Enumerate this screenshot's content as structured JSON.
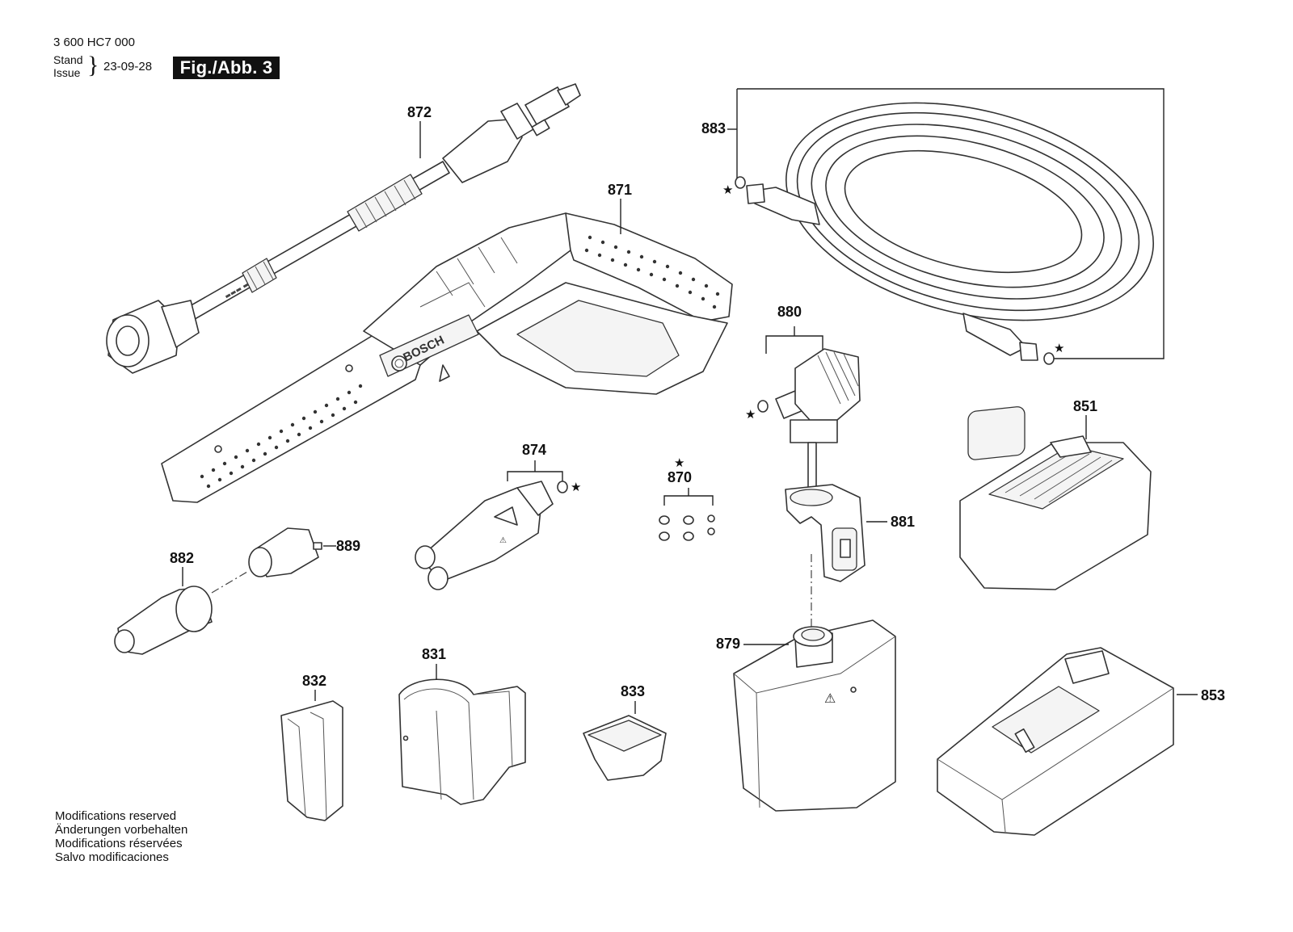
{
  "header": {
    "doc_number": "3 600 HC7 000",
    "stand_label": "Stand",
    "issue_label": "Issue",
    "brace": "}",
    "date": "23-09-28",
    "figure_badge": "Fig./Abb. 3"
  },
  "brand_text": "BOSCH",
  "parts": {
    "p872": "872",
    "p871": "871",
    "p883": "883",
    "p880": "880",
    "p851": "851",
    "p874": "874",
    "p870": "870",
    "p881": "881",
    "p882": "882",
    "p889": "889",
    "p879": "879",
    "p853": "853",
    "p831": "831",
    "p832": "832",
    "p833": "833"
  },
  "star_symbol": "★",
  "notes": [
    "Modifications reserved",
    "Änderungen vorbehalten",
    "Modifications réservées",
    "Salvo modificaciones"
  ]
}
